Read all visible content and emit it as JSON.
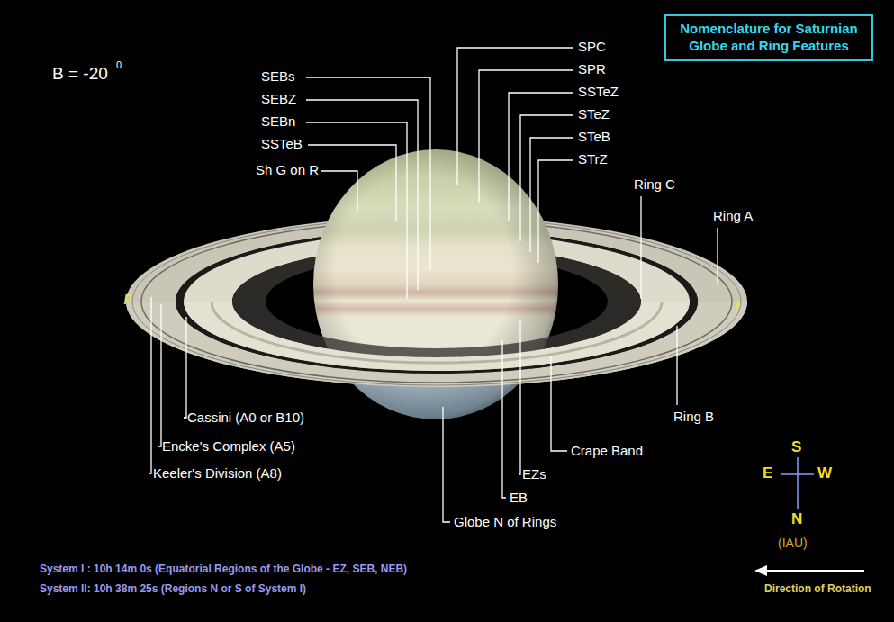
{
  "diagram": {
    "title": "Nomenclature for Saturnian Globe and Ring Features",
    "labels": [
      "B = -20",
      "0",
      "SEBs",
      "SEBZ",
      "SEBn",
      "SSTeB",
      "Sh G on R",
      "SPC",
      "SPR",
      "SSTeZ",
      "STeZ",
      "STeB",
      "STrZ",
      "Ring C",
      "Ring A",
      "p",
      "f",
      "Cassini (A0 or B10)",
      "Encke's Complex (A5)",
      "Keeler's Division (A8)",
      "Ring B",
      "Crape Band",
      "EZs",
      "EB",
      "Globe N of Rings",
      "S",
      "E",
      "W",
      "N",
      "(IAU)",
      "Direction of Rotation",
      "System I : 10h 14m 0s (Equatorial Regions of the Globe - EZ, SEB, NEB)",
      "System II: 10h 38m 25s (Regions N or S of System I)"
    ]
  }
}
